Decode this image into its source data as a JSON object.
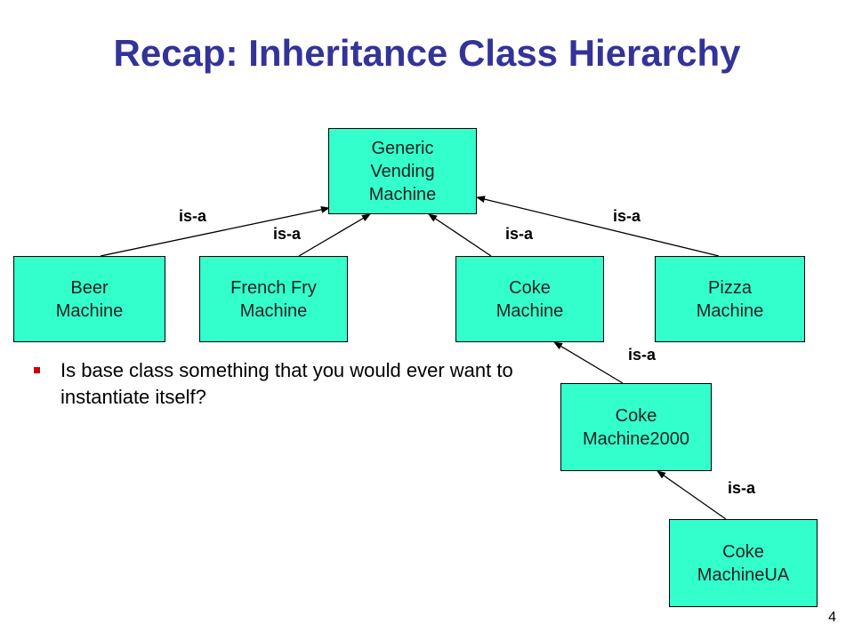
{
  "slide": {
    "title": "Recap: Inheritance Class Hierarchy",
    "page_number": "4"
  },
  "diagram": {
    "nodes": {
      "generic": "Generic\nVending\nMachine",
      "beer": "Beer\nMachine",
      "frenchfry": "French Fry\nMachine",
      "coke": "Coke\nMachine",
      "pizza": "Pizza\nMachine",
      "coke2000": "Coke\nMachine2000",
      "cokeua": "Coke\nMachineUA"
    },
    "edge_label": "is-a",
    "edges": [
      {
        "from": "beer",
        "to": "generic",
        "label": "is-a"
      },
      {
        "from": "frenchfry",
        "to": "generic",
        "label": "is-a"
      },
      {
        "from": "coke",
        "to": "generic",
        "label": "is-a"
      },
      {
        "from": "pizza",
        "to": "generic",
        "label": "is-a"
      },
      {
        "from": "coke2000",
        "to": "coke",
        "label": "is-a"
      },
      {
        "from": "cokeua",
        "to": "coke2000",
        "label": "is-a"
      }
    ]
  },
  "bullets": [
    "Is base class something that you would ever want to instantiate itself?"
  ],
  "colors": {
    "title": "#333399",
    "node_fill": "#33ffcc",
    "bullet": "#cc0000"
  }
}
